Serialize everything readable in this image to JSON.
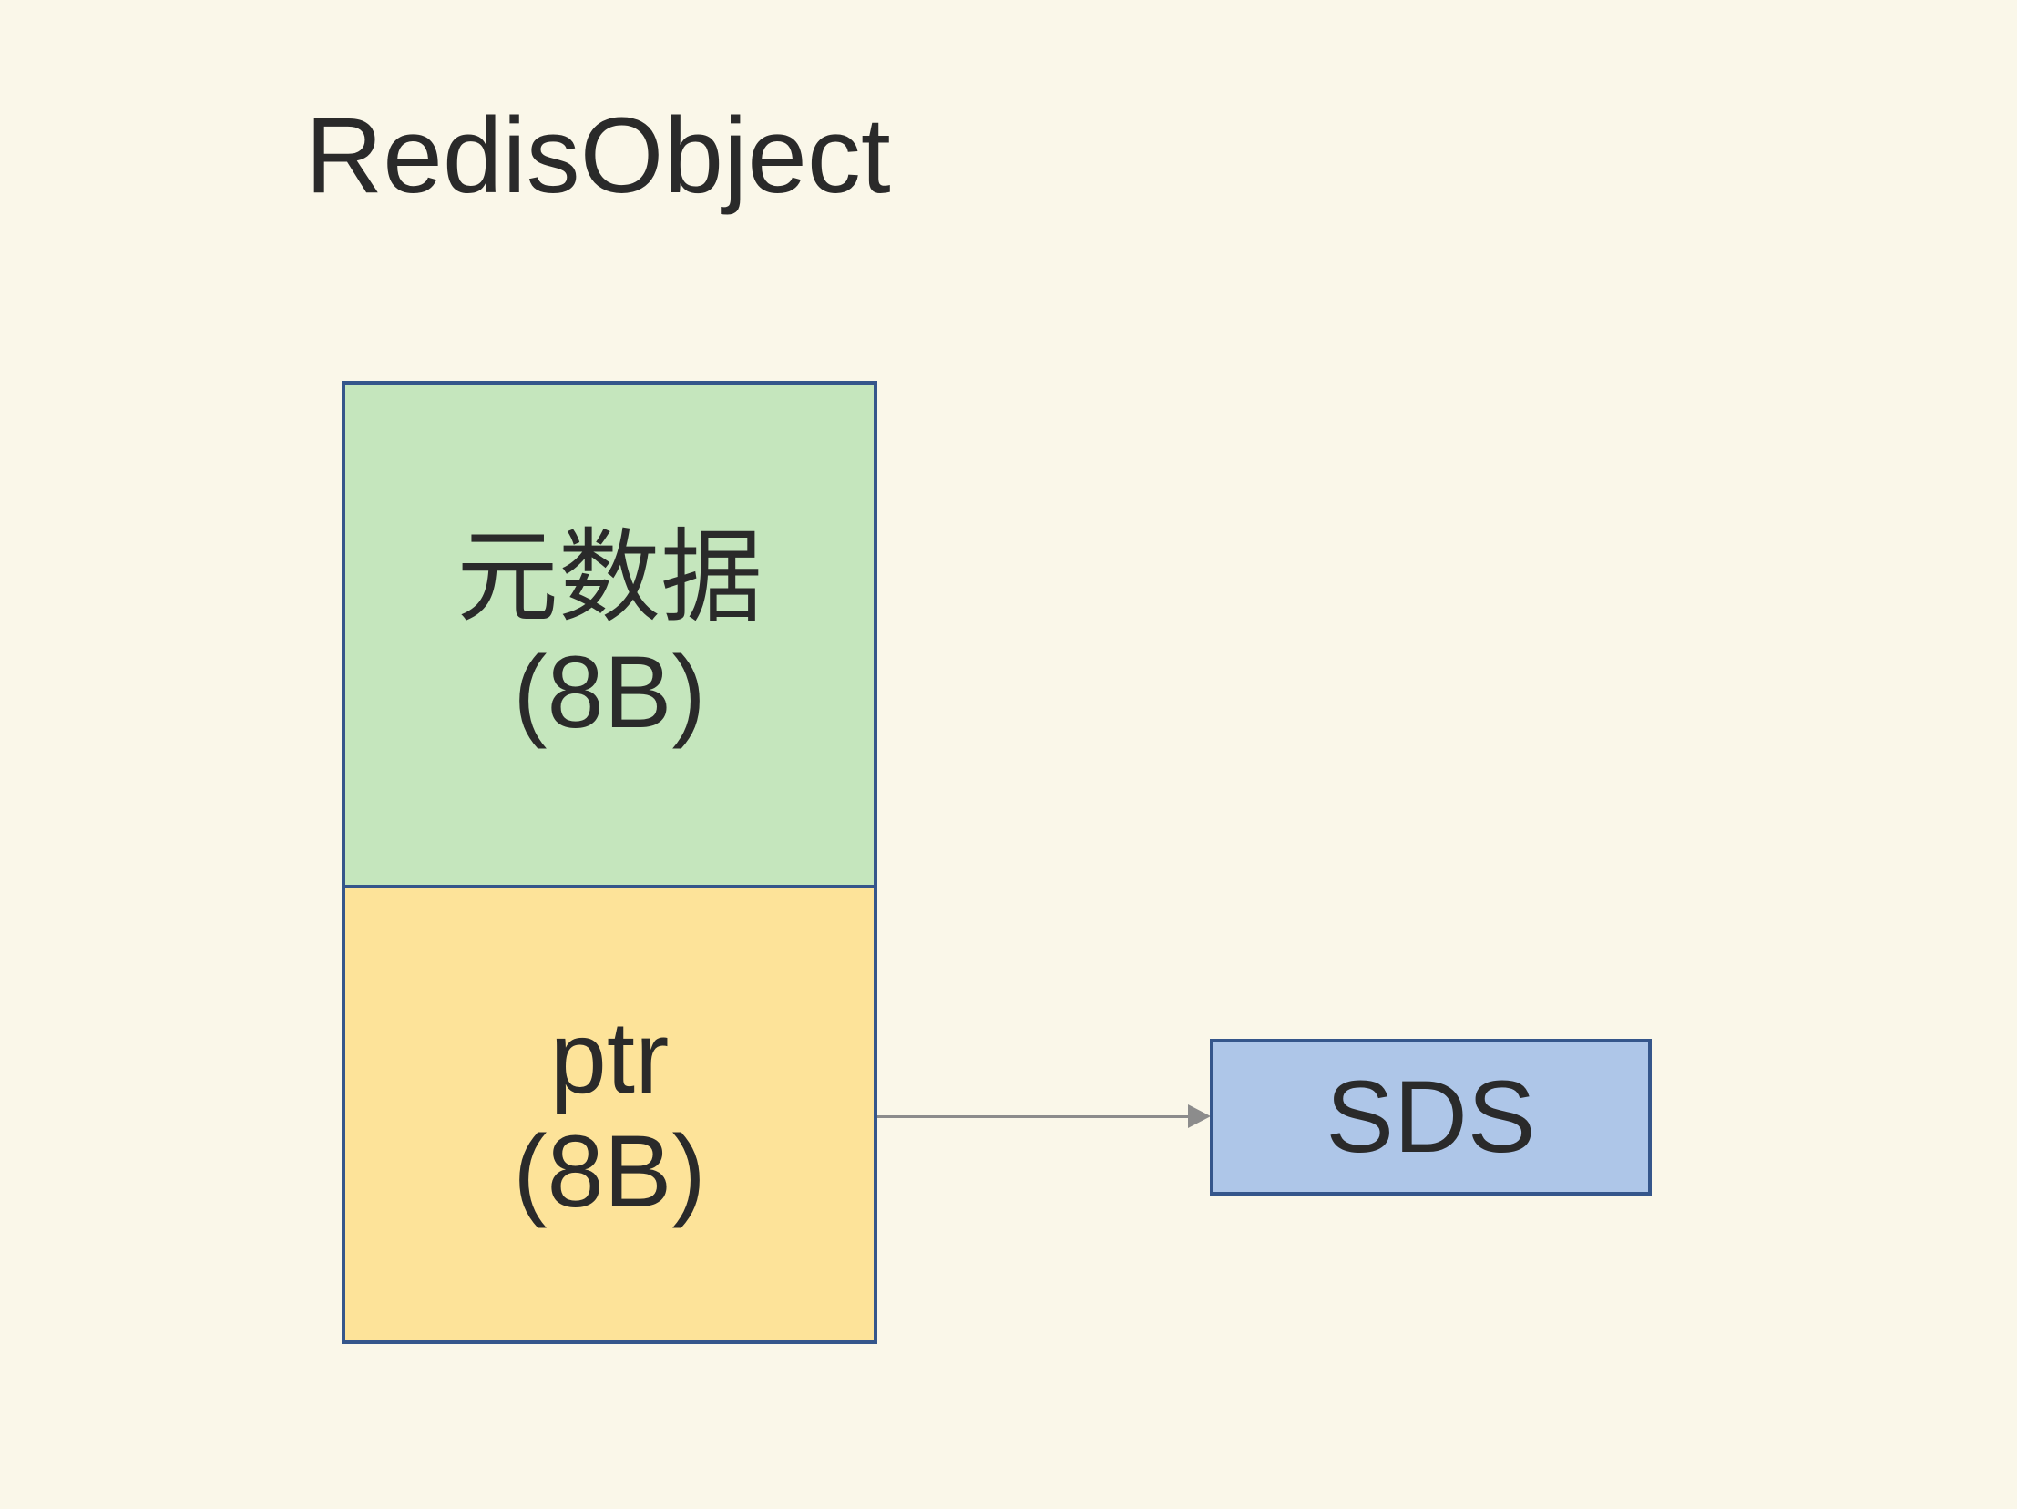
{
  "title": "RedisObject",
  "redis_object": {
    "metadata": {
      "label": "元数据",
      "size": "(8B)"
    },
    "ptr": {
      "label": "ptr",
      "size": "(8B)"
    }
  },
  "sds": {
    "label": "SDS"
  },
  "arrow": {
    "from": "ptr",
    "to": "SDS"
  },
  "colors": {
    "background": "#faf7e9",
    "text": "#2a2a2a",
    "border": "#35568b",
    "metadata_fill": "#c5e6bd",
    "ptr_fill": "#fde399",
    "sds_fill": "#aec6e8",
    "arrow": "#8c8c8c"
  }
}
